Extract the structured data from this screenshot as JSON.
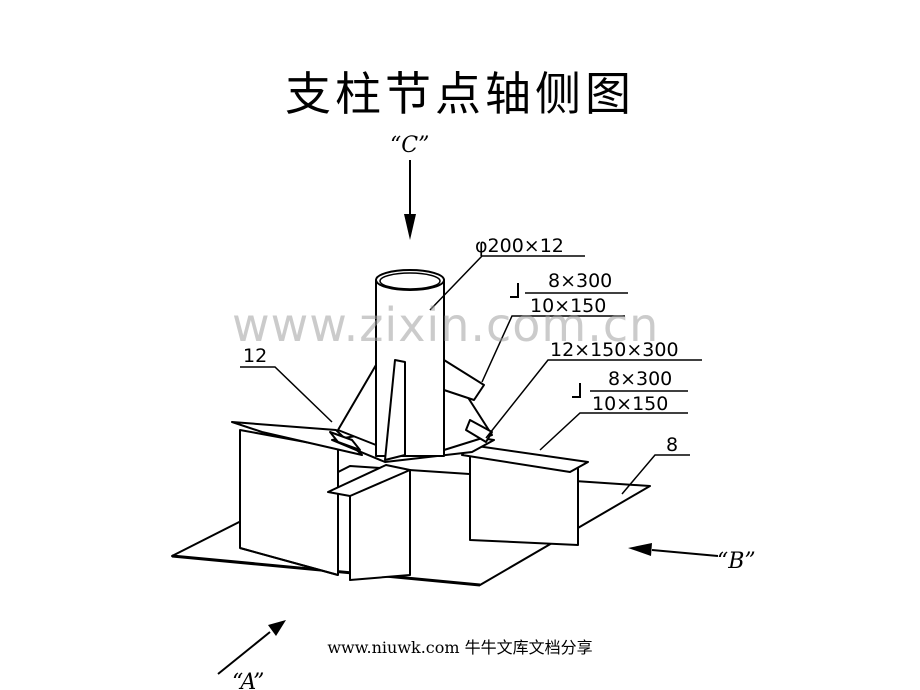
{
  "title": "支柱节点轴侧图",
  "watermark": "www.zixin.com.cn",
  "footer": "www.niuwk.com 牛牛文库文档分享",
  "views": {
    "c": "“C”",
    "b": "“B”",
    "a": "“A”"
  },
  "labels": {
    "pipe": "φ200×12",
    "angle1_top": "8×300",
    "angle1_bottom": "10×150",
    "plate_rib": "12",
    "flange": "12×150×300",
    "angle2_top": "8×300",
    "angle2_bottom": "10×150",
    "base_plate": "8"
  }
}
